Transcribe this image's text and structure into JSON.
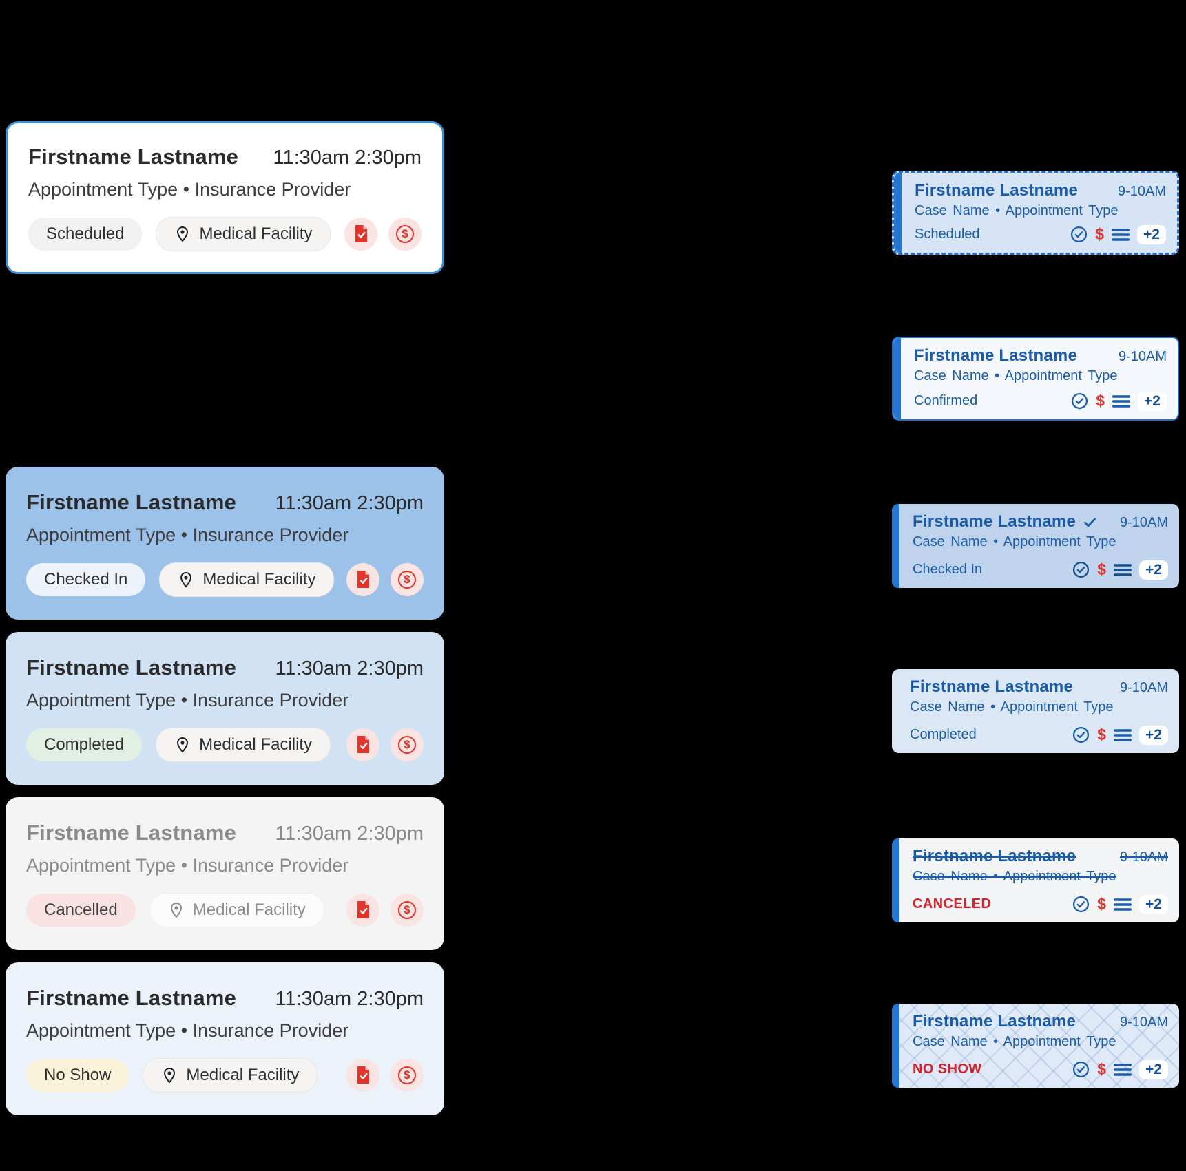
{
  "colors": {
    "canvas_background": "#000000",
    "accent_blue": "#2478D4",
    "blue_text": "#1A5CA8",
    "danger_red": "#E0342C",
    "cancel_red": "#D6222A",
    "scheduled_card_border": "#3D8FD6"
  },
  "icons": {
    "dollar_glyph": "$",
    "left_card_actions": [
      "document-check-icon",
      "dollar-circle-icon"
    ],
    "right_card_actions": [
      "circle-check-icon",
      "dollar-icon",
      "list-lines-icon"
    ]
  },
  "left_cards": [
    {
      "name": "Firstname Lastname",
      "time": "11:30am 2:30pm",
      "subtitle": "Appointment Type • Insurance Provider",
      "status": "Scheduled",
      "location": "Medical Facility"
    },
    {
      "name": "Firstname Lastname",
      "time": "11:30am 2:30pm",
      "subtitle": "Appointment Type • Insurance Provider",
      "status": "Checked In",
      "location": "Medical Facility"
    },
    {
      "name": "Firstname Lastname",
      "time": "11:30am 2:30pm",
      "subtitle": "Appointment Type • Insurance Provider",
      "status": "Completed",
      "location": "Medical Facility"
    },
    {
      "name": "Firstname Lastname",
      "time": "11:30am 2:30pm",
      "subtitle": "Appointment Type • Insurance Provider",
      "status": "Cancelled",
      "location": "Medical Facility"
    },
    {
      "name": "Firstname Lastname",
      "time": "11:30am 2:30pm",
      "subtitle": "Appointment Type • Insurance Provider",
      "status": "No Show",
      "location": "Medical Facility"
    }
  ],
  "right_cards": [
    {
      "name": "Firstname Lastname",
      "time": "9-10AM",
      "subtitle": "Case Name • Appointment Type",
      "status": "Scheduled",
      "more_count": "+2"
    },
    {
      "name": "Firstname Lastname",
      "time": "9-10AM",
      "subtitle": "Case Name • Appointment Type",
      "status": "Confirmed",
      "more_count": "+2"
    },
    {
      "name": "Firstname Lastname",
      "time": "9-10AM",
      "subtitle": "Case Name • Appointment Type",
      "status": "Checked In",
      "more_count": "+2"
    },
    {
      "name": "Firstname Lastname",
      "time": "9-10AM",
      "subtitle": "Case Name • Appointment Type",
      "status": "Completed",
      "more_count": "+2"
    },
    {
      "name": "Firstname Lastname",
      "time": "9-10AM",
      "subtitle": "Case Name • Appointment Type",
      "status": "CANCELED",
      "more_count": "+2"
    },
    {
      "name": "Firstname Lastname",
      "time": "9-10AM",
      "subtitle": "Case Name • Appointment Type",
      "status": "NO SHOW",
      "more_count": "+2"
    }
  ]
}
